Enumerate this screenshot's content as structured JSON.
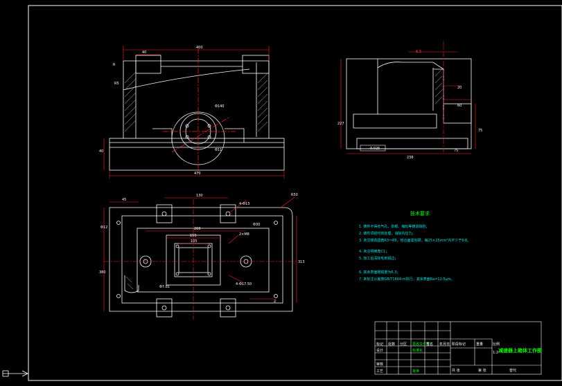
{
  "front_view": {
    "dims": {
      "top_width": "400",
      "top_left": "40",
      "base_width": "470",
      "bore": "Φ140",
      "small_hole": "Φ11",
      "left_height": "40",
      "ref_r": "R",
      "base_r": "R5"
    }
  },
  "side_view": {
    "dims": {
      "height": "227",
      "width": "238",
      "right_a": "60",
      "right_b": "20",
      "right_c": "75",
      "right_d": "75",
      "flatness": "0.025",
      "roughness": "6.3"
    }
  },
  "plan_view": {
    "dims": {
      "top": "130",
      "left_top": "45",
      "center_a": "260",
      "center_b": "155",
      "center_c": "105",
      "left_h": "380",
      "right_h": "313",
      "hole_a": "Φ12",
      "hole_b": "4-Φ13",
      "thread_a": "2×M8",
      "thread_b": "Φ30",
      "corner_r": "R50",
      "hole_c": "Φ7.81",
      "hole_d": "4-Φ17.50",
      "ref_e": "2"
    }
  },
  "tech_req": {
    "title": "技术要求",
    "lines": [
      "1. 铸件不得有气孔、砂眼、缩松等铸造缺陷；",
      "2. 铸件须经时效处理，消除内应力；",
      "3. 未注铸造圆角R3～R5，结合面需刮研。每25×25mm²内不少于6点。",
      "4. 未注明倒角C1；",
      "5. 加工后清除毛刺锐边；",
      "6. 其余表面粗糙度为6.3；",
      "7. 未标注公差按GB/T1804-m执行，其余表面Ra=12.5μm。"
    ]
  },
  "title_block": {
    "drawing_name": "减速器上箱体工作图",
    "rows": [
      [
        "标记",
        "处数",
        "分区",
        "更改文件号",
        "签名",
        "年月日"
      ],
      [
        "设计",
        "",
        "",
        "标准化",
        "",
        ""
      ],
      [
        "审核",
        "",
        "",
        "",
        "",
        ""
      ],
      [
        "工艺",
        "",
        "",
        "批准",
        "",
        ""
      ]
    ],
    "stage_label": "阶段标记",
    "weight_label": "重量",
    "scale_label": "比例",
    "scale_value": "1:2",
    "sheet_label": "共 张",
    "sheet_label2": "第 张",
    "replace_label": "替代"
  },
  "colors": {
    "background": "#000000",
    "outline": "#ffffff",
    "centerline": "#ff2020",
    "hidden": "#ffff00",
    "title_green": "#00ff00",
    "tech_cyan": "#00e5e5",
    "tech_title": "#00ff00"
  }
}
